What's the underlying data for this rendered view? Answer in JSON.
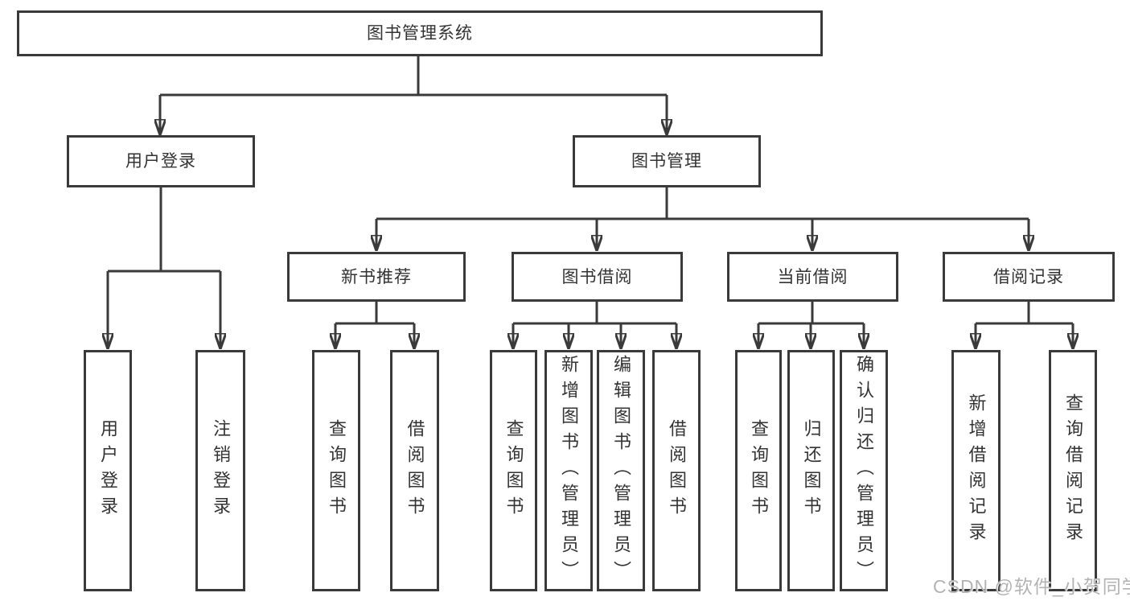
{
  "diagram": {
    "title": "图书管理系统",
    "colors": {
      "line": "#3a3a3a",
      "box_border": "#3a3a3a",
      "text": "#333333",
      "background": "#ffffff",
      "watermark": "#b3b3b3"
    },
    "nodes": {
      "root": {
        "label": "图书管理系统"
      },
      "l2": [
        {
          "label": "用户登录",
          "parent": "图书管理系统"
        },
        {
          "label": "图书管理",
          "parent": "图书管理系统"
        }
      ],
      "l3": [
        {
          "label": "新书推荐",
          "parent": "图书管理"
        },
        {
          "label": "图书借阅",
          "parent": "图书管理"
        },
        {
          "label": "当前借阅",
          "parent": "图书管理"
        },
        {
          "label": "借阅记录",
          "parent": "图书管理"
        }
      ],
      "l4": [
        {
          "label": "用户登录",
          "parent": "用户登录"
        },
        {
          "label": "注销登录",
          "parent": "用户登录"
        },
        {
          "label": "查询图书",
          "parent": "新书推荐"
        },
        {
          "label": "借阅图书",
          "parent": "新书推荐"
        },
        {
          "label": "查询图书",
          "parent": "图书借阅"
        },
        {
          "label": "新增图书（管理员）",
          "parent": "图书借阅"
        },
        {
          "label": "编辑图书（管理员）",
          "parent": "图书借阅"
        },
        {
          "label": "借阅图书",
          "parent": "图书借阅"
        },
        {
          "label": "查询图书",
          "parent": "当前借阅"
        },
        {
          "label": "归还图书",
          "parent": "当前借阅"
        },
        {
          "label": "确认归还（管理员）",
          "parent": "当前借阅"
        },
        {
          "label": "新增借阅记录",
          "parent": "借阅记录"
        },
        {
          "label": "查询借阅记录",
          "parent": "借阅记录"
        }
      ]
    },
    "watermark": {
      "text": "CSDN @软件_小贺同学"
    }
  }
}
